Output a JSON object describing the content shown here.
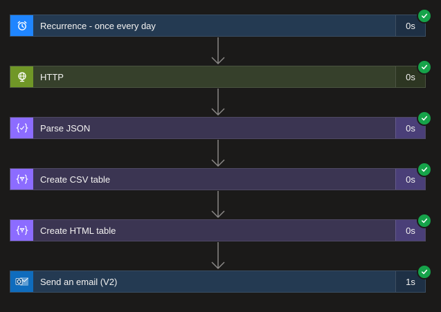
{
  "steps": [
    {
      "label": "Recurrence - once every day",
      "duration": "0s",
      "icon": "alarm-clock-icon",
      "status": "succeeded",
      "colors": {
        "icon_bg": "#1f85ff",
        "body_bg": "#243a52",
        "duration_bg": "#1e3045"
      }
    },
    {
      "label": "HTTP",
      "duration": "0s",
      "icon": "globe-icon",
      "status": "succeeded",
      "colors": {
        "icon_bg": "#709727",
        "body_bg": "#36402b",
        "duration_bg": "#2d3622"
      }
    },
    {
      "label": "Parse JSON",
      "duration": "0s",
      "icon": "json-braces-icon",
      "status": "succeeded",
      "colors": {
        "icon_bg": "#8c6cff",
        "body_bg": "#3b3552",
        "duration_bg": "#4a3f78"
      }
    },
    {
      "label": "Create CSV table",
      "duration": "0s",
      "icon": "data-operation-icon",
      "status": "succeeded",
      "colors": {
        "icon_bg": "#8c6cff",
        "body_bg": "#3b3552",
        "duration_bg": "#4a3f78"
      }
    },
    {
      "label": "Create HTML table",
      "duration": "0s",
      "icon": "data-operation-icon",
      "status": "succeeded",
      "colors": {
        "icon_bg": "#8c6cff",
        "body_bg": "#3b3552",
        "duration_bg": "#4a3f78"
      }
    },
    {
      "label": "Send an email (V2)",
      "duration": "1s",
      "icon": "outlook-icon",
      "status": "succeeded",
      "colors": {
        "icon_bg": "#0f6cbd",
        "body_bg": "#243a52",
        "duration_bg": "#1e3045"
      }
    }
  ],
  "connector": {
    "icon": "arrow-down-icon"
  },
  "status_icon": "success-check-icon",
  "colors": {
    "canvas_bg": "#1b1a19",
    "success": "#16a34a",
    "connector": "#8a8886"
  }
}
